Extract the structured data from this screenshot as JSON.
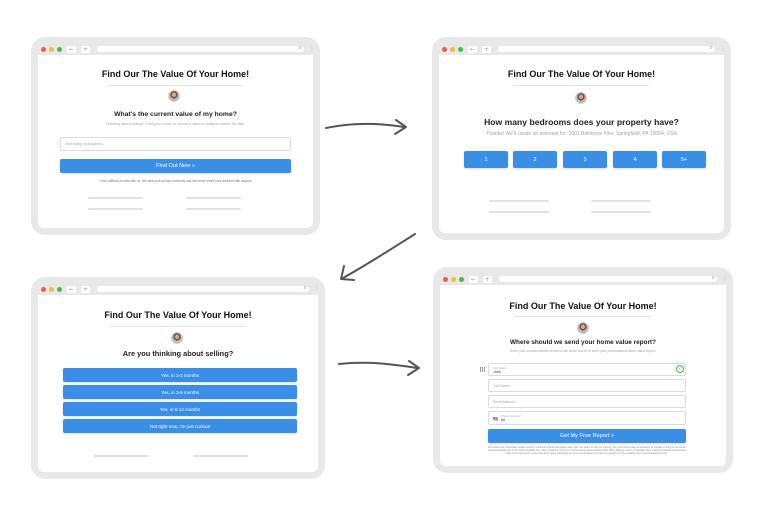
{
  "browser": {
    "nav_back": "←",
    "nav_forward": "+",
    "search_glyph": "⌕",
    "menu_glyph": "⋮"
  },
  "colors": {
    "accent": "#3a8ee6",
    "frame": "#e8e8e8",
    "arrow": "#555555"
  },
  "screens": {
    "s1": {
      "title": "Find Our The Value Of Your Home!",
      "question": "What's the current value of my home?",
      "sub": "Thinking about selling? Find your home or condo's value in today's market, for free.",
      "address_placeholder": "Start typing your address",
      "cta": "Find Out Now »",
      "disclaimer": "* Your address is safe with us. We take your privacy seriously and will never share your address with anyone."
    },
    "s2": {
      "title": "Find Our The Value Of Your Home!",
      "question": "How many bedrooms does your property have?",
      "sub": "Thanks! We'll create an estimate for: 1001 Baltimore Pike, Springfield, PA 19064, USA",
      "options": [
        "1",
        "2",
        "3",
        "4",
        "5+"
      ]
    },
    "s3": {
      "title": "Find Our The Value Of Your Home!",
      "question": "Are you thinking about selling?",
      "options": [
        "Yes, in 1-3 months",
        "Yes, in 3-6 months",
        "Yes, in 6-12 months",
        "Not right now, I'm just curious"
      ]
    },
    "s4": {
      "title": "Find Our The Value Of Your Home!",
      "question": "Where should we send your home value report?",
      "sub": "Enter your contact details below so we know where to send your personalized home value report.",
      "first_name_label": "First Name",
      "first_name_value": "John",
      "last_name_placeholder": "Last Name*",
      "email_placeholder": "Email Address*",
      "phone_label": "Phone Number*",
      "phone_value": "##",
      "flag": "🇺🇸",
      "check": "✓",
      "cta": "Get My Free Report »",
      "disclaimer": "We provide free comparative market reports to hundreds of local homeowners each year. Our goal is to help you properly price your home's value as accurately as possible so that you can sell for the best possible price in the shortest possible time. We're working on your free comprehensive market analysis which will be based on recent comparable sales, market trends and other relevant data. We'll reach out to you as soon as it's ready, and please feel free to let us know if you have any questions in the meantime. We're here and happy to help!"
    }
  }
}
